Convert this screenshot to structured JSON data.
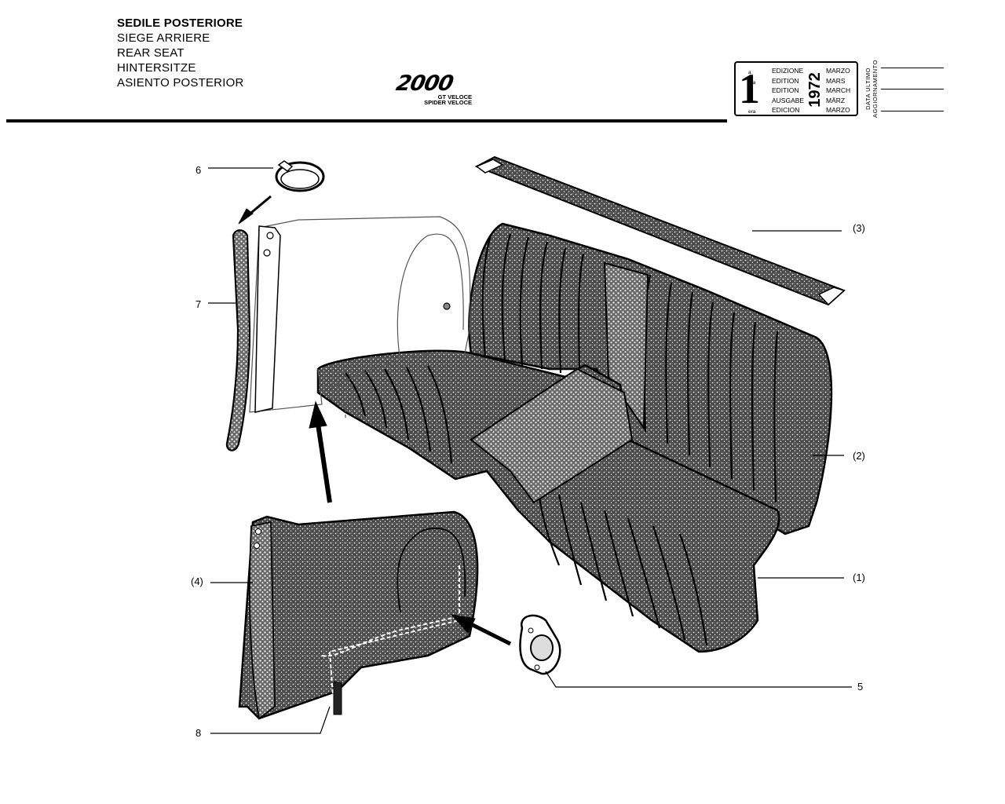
{
  "header": {
    "titles": [
      "SEDILE POSTERIORE",
      "SIEGE ARRIERE",
      "REAR SEAT",
      "HINTERSITZE",
      "ASIENTO POSTERIOR"
    ],
    "logo_model": "2000",
    "logo_sub_1": "GT VELOCE",
    "logo_sub_2": "SPIDER VELOCE"
  },
  "edition": {
    "number": "1",
    "ordinals": [
      "a",
      "era",
      "st",
      ".",
      "era"
    ],
    "labels": [
      "EDIZIONE",
      "EDITION",
      "EDITION",
      "AUSGABE",
      "EDICION"
    ],
    "year": "1972",
    "months": [
      "MARZO",
      "MARS",
      "MARCH",
      "MÄRZ",
      "MARZO"
    ]
  },
  "update": {
    "line1": "DATA ULTIMO",
    "line2": "AGGIORNAMENTO"
  },
  "callouts": {
    "c6": "6",
    "c7": "7",
    "c3": "(3)",
    "c2": "(2)",
    "c4": "(4)",
    "c1": "(1)",
    "c5": "5",
    "c8": "8"
  },
  "colors": {
    "ink": "#000000",
    "upholstery": "#3a3a3a",
    "paper": "#ffffff"
  }
}
